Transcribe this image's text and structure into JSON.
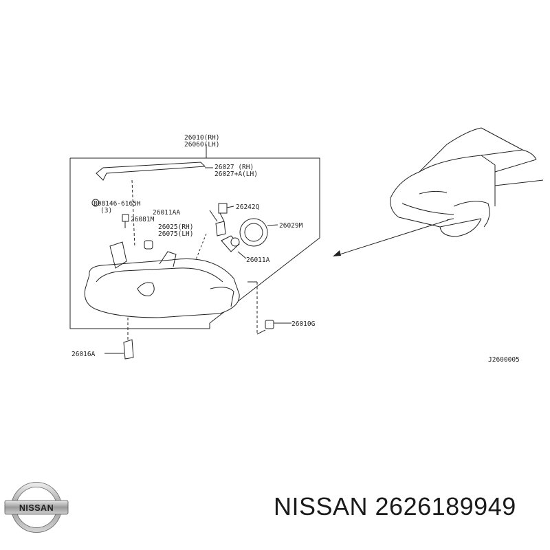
{
  "diagram": {
    "labels": {
      "assembly_rh": "26010(RH)",
      "assembly_lh": "26060(LH)",
      "seal_rh": "26027  (RH)",
      "seal_lh": "26027+A(LH)",
      "bolt": "B08146-6165H",
      "bolt_qty": "(3)",
      "part_26011AA": "26011AA",
      "part_26242Q": "26242Q",
      "part_26081M": "26081M",
      "part_26029M": "26029M",
      "bulb_rh": "26025(RH)",
      "bulb_lh": "26075(LH)",
      "part_26011A": "26011A",
      "part_26010G": "26010G",
      "part_26016A": "26016A",
      "diagram_code": "J2600005"
    }
  },
  "footer": {
    "brand_logo_text": "NISSAN",
    "caption": "NISSAN 2626189949"
  }
}
